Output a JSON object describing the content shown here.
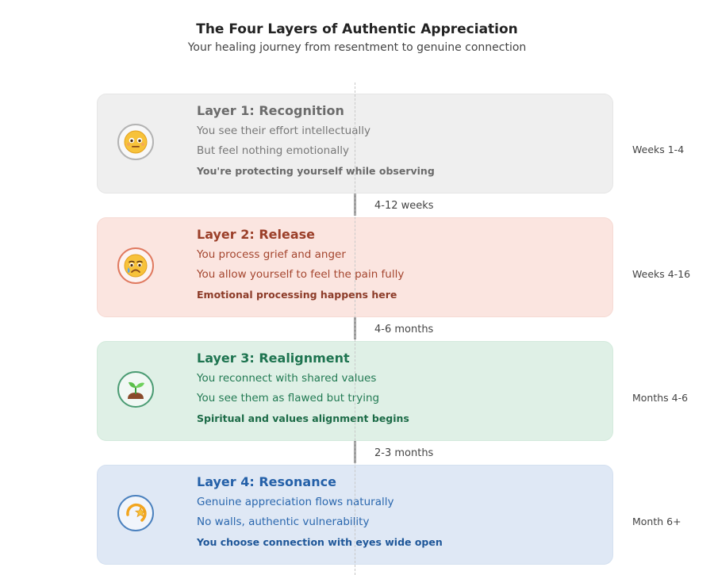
{
  "header": {
    "title": "The Four Layers of Authentic Appreciation",
    "subtitle": "Your healing journey from resentment to genuine connection"
  },
  "layers": [
    {
      "title": "Layer 1: Recognition",
      "line1": "You see their effort intellectually",
      "line2": "But feel nothing emotionally",
      "line3": "You're protecting yourself while observing",
      "timeframe": "Weeks 1-4",
      "icon": "neutral-face-icon",
      "colors": {
        "background": "#efefef",
        "ring": "#b3b3b3",
        "text": "#6b6b6b"
      }
    },
    {
      "title": "Layer 2: Release",
      "line1": "You process grief and anger",
      "line2": "You allow yourself to feel the pain fully",
      "line3": "Emotional processing happens here",
      "timeframe": "Weeks 4-16",
      "icon": "crying-face-icon",
      "colors": {
        "background": "#fbe5e0",
        "ring": "#e07a60",
        "text": "#9b3f29"
      }
    },
    {
      "title": "Layer 3: Realignment",
      "line1": "You reconnect with shared values",
      "line2": "You see them as flawed but trying",
      "line3": "Spiritual and values alignment begins",
      "timeframe": "Months 4-6",
      "icon": "seedling-icon",
      "colors": {
        "background": "#dff0e6",
        "ring": "#4c9c74",
        "text": "#1e7450"
      }
    },
    {
      "title": "Layer 4: Resonance",
      "line1": "Genuine appreciation flows naturally",
      "line2": "No walls, authentic vulnerability",
      "line3": "You choose connection with eyes wide open",
      "timeframe": "Month 6+",
      "icon": "dizzy-star-icon",
      "colors": {
        "background": "#dfe8f5",
        "ring": "#4b81be",
        "text": "#2460a8"
      }
    }
  ],
  "transitions": [
    "4-12 weeks",
    "4-6 months",
    "2-3 months"
  ]
}
